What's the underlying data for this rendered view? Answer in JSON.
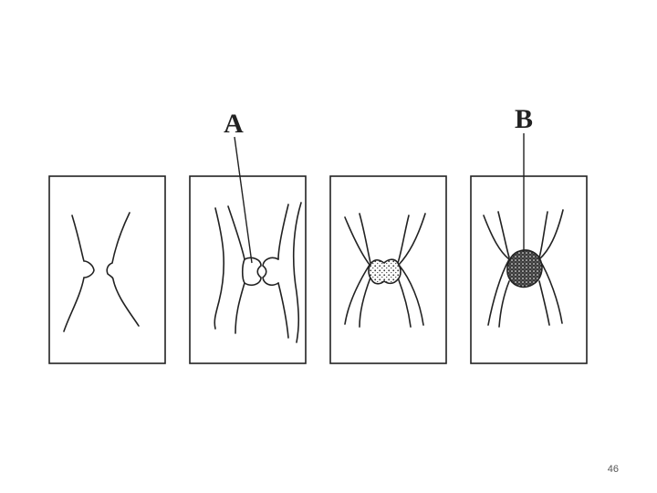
{
  "slide": {
    "page_number": "46"
  },
  "diagram": {
    "labels": {
      "a": "A",
      "b": "B"
    }
  },
  "colors": {
    "line": "#222222",
    "background": "#ffffff"
  }
}
